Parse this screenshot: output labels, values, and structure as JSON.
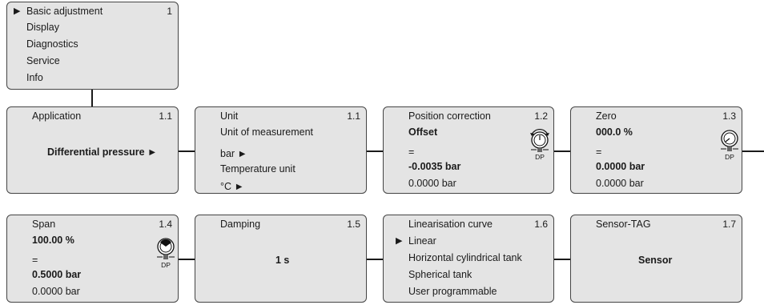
{
  "main_menu": {
    "items": [
      "Basic adjustment",
      "Display",
      "Diagnostics",
      "Service",
      "Info"
    ],
    "selected_marker": "▶",
    "number": "1"
  },
  "application": {
    "title": "Application",
    "number": "1.1",
    "value": "Differential pressure ►"
  },
  "unit": {
    "title": "Unit",
    "number": "1.1",
    "line1": "Unit of measurement",
    "line2": "bar ►",
    "line3": "Temperature unit",
    "line4": "°C ►"
  },
  "position_correction": {
    "title": "Position correction",
    "number": "1.2",
    "line1": "Offset",
    "line2": "=",
    "line3": "-0.0035 bar",
    "line4": "0.0000 bar",
    "icon_label": "DP"
  },
  "zero": {
    "title": "Zero",
    "number": "1.3",
    "line1": "000.0 %",
    "line2": "=",
    "line3": "0.0000 bar",
    "line4": "0.0000 bar",
    "icon_label": "DP"
  },
  "span": {
    "title": "Span",
    "number": "1.4",
    "line1": "100.00 %",
    "line2": "=",
    "line3": "0.5000 bar",
    "line4": "0.0000 bar",
    "icon_label": "DP"
  },
  "damping": {
    "title": "Damping",
    "number": "1.5",
    "value": "1 s"
  },
  "linearisation": {
    "title": "Linearisation curve",
    "number": "1.6",
    "selected_marker": "▶",
    "options": [
      "Linear",
      "Horizontal cylindrical tank",
      "Spherical tank",
      "User programmable"
    ]
  },
  "sensor_tag": {
    "title": "Sensor-TAG",
    "number": "1.7",
    "value": "Sensor"
  }
}
